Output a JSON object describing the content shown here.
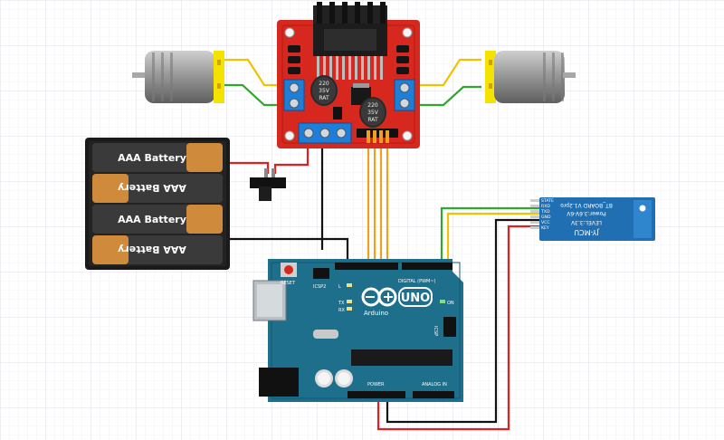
{
  "battery_pack": {
    "cells": [
      {
        "label": "AAA Battery",
        "flipped": false
      },
      {
        "label": "AAA Battery",
        "flipped": true
      },
      {
        "label": "AAA Battery",
        "flipped": false
      },
      {
        "label": "AAA Battery",
        "flipped": true
      }
    ]
  },
  "motor_driver": {
    "capacitor_left": [
      "220",
      "35V",
      "RAT"
    ],
    "capacitor_right": [
      "220",
      "35V",
      "RAT"
    ],
    "board_color": "#d7281f"
  },
  "bluetooth_module": {
    "model": "JY-MCU",
    "level": "LEVEL:3.3V",
    "power": "Power:3.6V-6V",
    "board": "BT_BOARD V1.2pro",
    "pins": [
      "STATE",
      "RXD",
      "TXD",
      "GND",
      "VCC",
      "KEY"
    ],
    "board_color": "#1f6fb2"
  },
  "arduino": {
    "reset_label": "RESET",
    "icsp_label": "ICSP2",
    "digital_label": "DIGITAL (PWM~)",
    "logo": "UNO",
    "brand": "Arduino",
    "tx_label": "TX",
    "rx_label": "RX",
    "l_label": "L",
    "on_label": "ON",
    "icsp2_label": "ICSP",
    "power_label": "POWER",
    "analog_label": "ANALOG IN",
    "board_color": "#1d6f8c"
  },
  "wire_colors": {
    "red": "#e02020",
    "black": "#111111",
    "green": "#2ea82e",
    "yellow": "#f2c200",
    "orange": "#f0a020"
  }
}
